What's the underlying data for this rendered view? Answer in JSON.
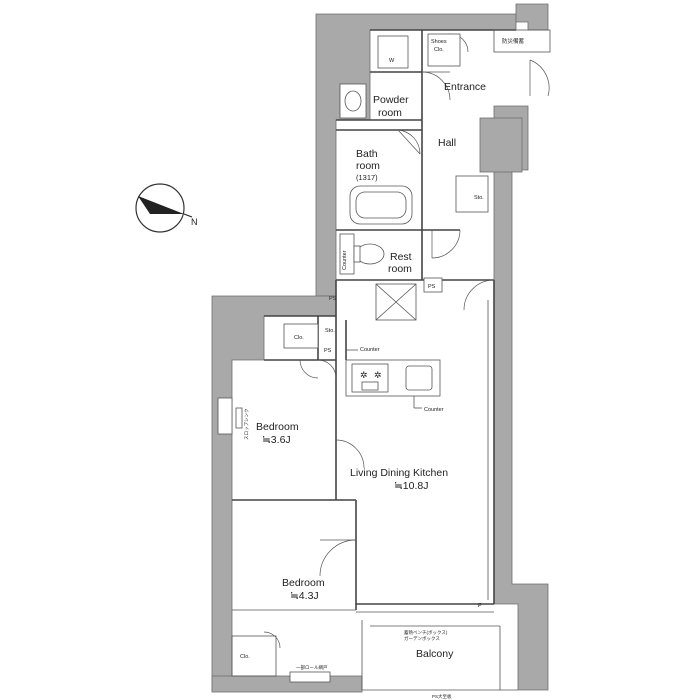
{
  "compass": {
    "north": "N"
  },
  "rooms": {
    "shoes_closet": {
      "line1": "Shoes",
      "line2": "Clo."
    },
    "fire_door": "防災備蓄",
    "entrance": "Entrance",
    "washer": "W",
    "powder_room": {
      "line1": "Powder",
      "line2": "room"
    },
    "hall": "Hall",
    "bath_room": {
      "line1": "Bath",
      "line2": "room",
      "size": "(1317)"
    },
    "storage_sto": "Sto.",
    "counter_rest": "Counter",
    "rest_room": {
      "line1": "Rest",
      "line2": "room"
    },
    "ps_upper": "PS",
    "ps_left": "PS",
    "sto_left": "Sto.",
    "ps_mid": "PS",
    "closet_upper": "Clo.",
    "counter_1": "Counter",
    "counter_2": "Counter",
    "bedroom_1": {
      "name": "Bedroom",
      "size": "≒3.6J"
    },
    "ldk": {
      "name": "Living Dining Kitchen",
      "size": "≒10.8J"
    },
    "bedroom_2": {
      "name": "Bedroom",
      "size": "≒4.3J"
    },
    "closet_lower": "Clo.",
    "balcony": "Balcony",
    "p_mark": "P"
  },
  "notes": {
    "balcony_note": {
      "line1": "蓄熱ベンチ(ボックス)",
      "line2": "ガーデンボックス"
    },
    "window_note": "一部ロール網戸",
    "bottom_note": "PS大至板",
    "side_note": "スロップシンク"
  },
  "colors": {
    "wall": "#a9a9a9",
    "line": "#444444"
  }
}
